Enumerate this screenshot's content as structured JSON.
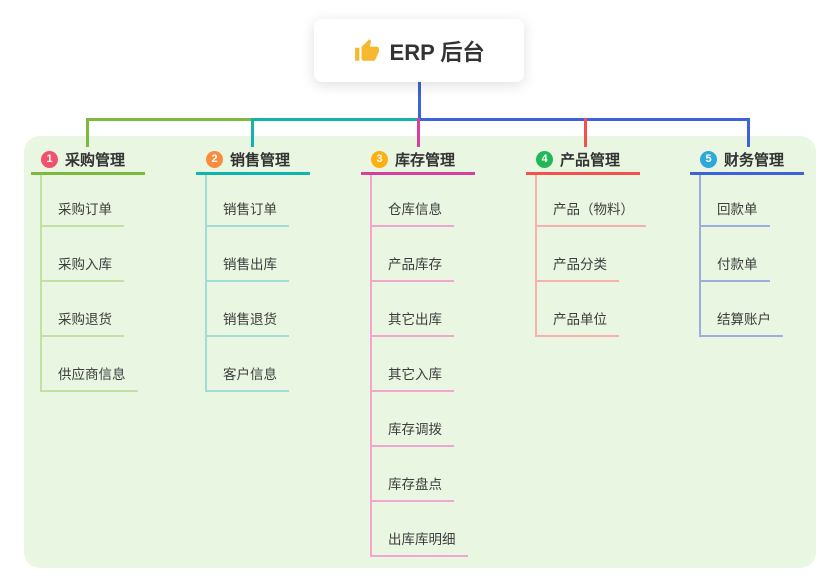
{
  "root": {
    "title": "ERP 后台",
    "icon": "thumbs-up-icon"
  },
  "colors": {
    "trunk": "#3E63D8",
    "panel_bg": "#E9F6E1",
    "icon_gold": "#F5B82E"
  },
  "branches": [
    {
      "num": "1",
      "title": "采购管理",
      "badge_color": "#F2506E",
      "line_color": "#7CBA3F",
      "child_line_color": "#C2E0A4",
      "children": [
        "采购订单",
        "采购入库",
        "采购退货",
        "供应商信息"
      ]
    },
    {
      "num": "2",
      "title": "销售管理",
      "badge_color": "#FB8C3C",
      "line_color": "#12B5AE",
      "child_line_color": "#A3DCD6",
      "children": [
        "销售订单",
        "销售出库",
        "销售退货",
        "客户信息"
      ]
    },
    {
      "num": "3",
      "title": "库存管理",
      "badge_color": "#FFAF0F",
      "line_color": "#D63F9D",
      "child_line_color": "#F0A6CE",
      "children": [
        "仓库信息",
        "产品库存",
        "其它出库",
        "其它入库",
        "库存调拨",
        "库存盘点",
        "出库库明细"
      ]
    },
    {
      "num": "4",
      "title": "产品管理",
      "badge_color": "#22B858",
      "line_color": "#F3514D",
      "child_line_color": "#F9B0AA",
      "children": [
        "产品（物料）",
        "产品分类",
        "产品单位"
      ]
    },
    {
      "num": "5",
      "title": "财务管理",
      "badge_color": "#2EA7DC",
      "line_color": "#3E63D8",
      "child_line_color": "#9DADDE",
      "children": [
        "回款单",
        "付款单",
        "结算账户"
      ]
    }
  ]
}
